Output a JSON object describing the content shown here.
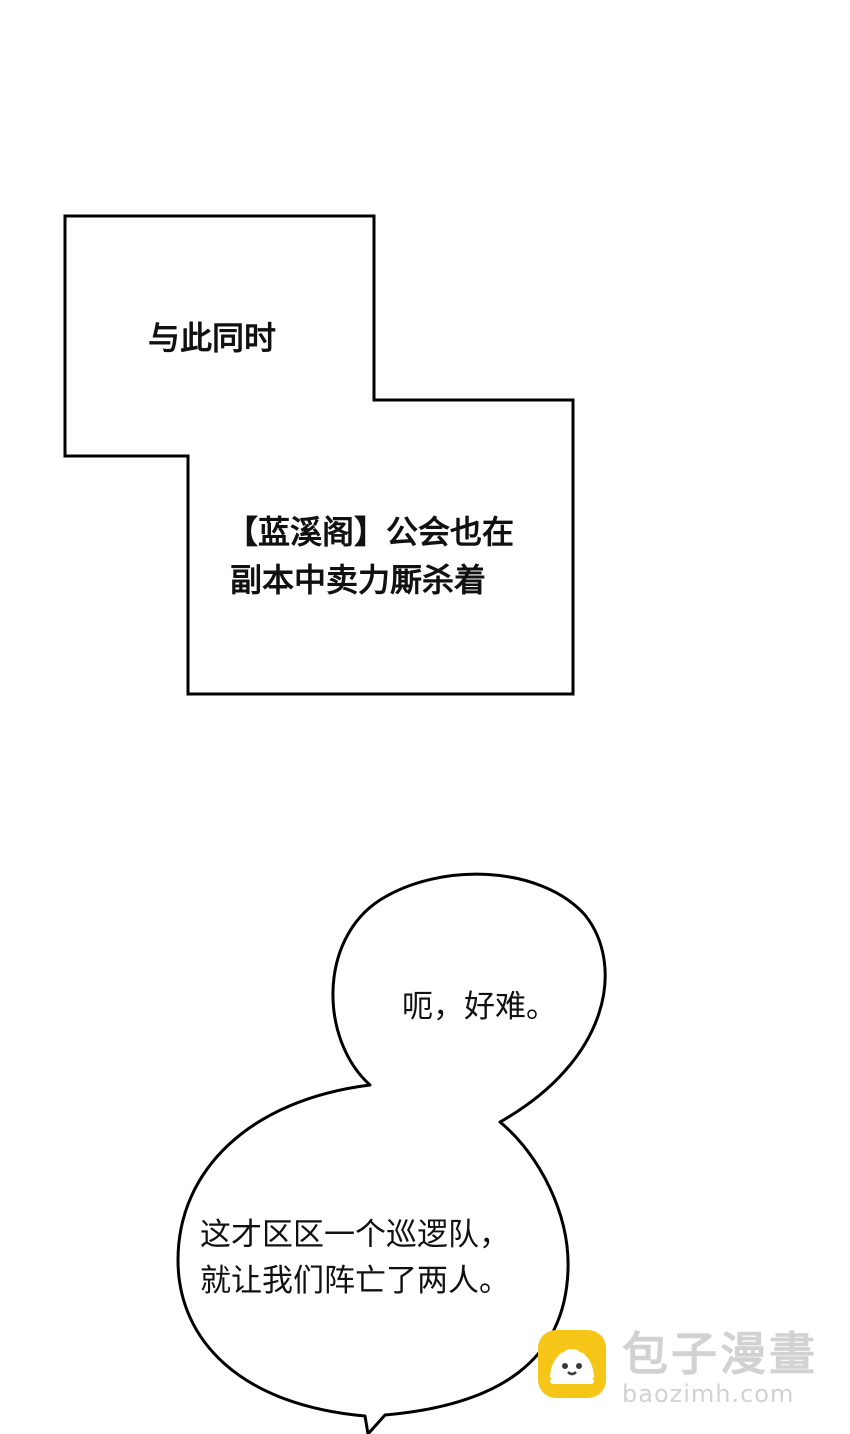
{
  "caption_box": {
    "line1": "与此同时",
    "line2": "【蓝溪阁】公会也在",
    "line3": "副本中卖力厮杀着"
  },
  "speech_bubble": {
    "small_text": "呃，好难。",
    "large_line1": "这才区区一个巡逻队，",
    "large_line2": "就让我们阵亡了两人。"
  },
  "watermark": {
    "name": "包子漫畫",
    "domain": "baozimh.com",
    "logo_color": "#f5c518"
  }
}
